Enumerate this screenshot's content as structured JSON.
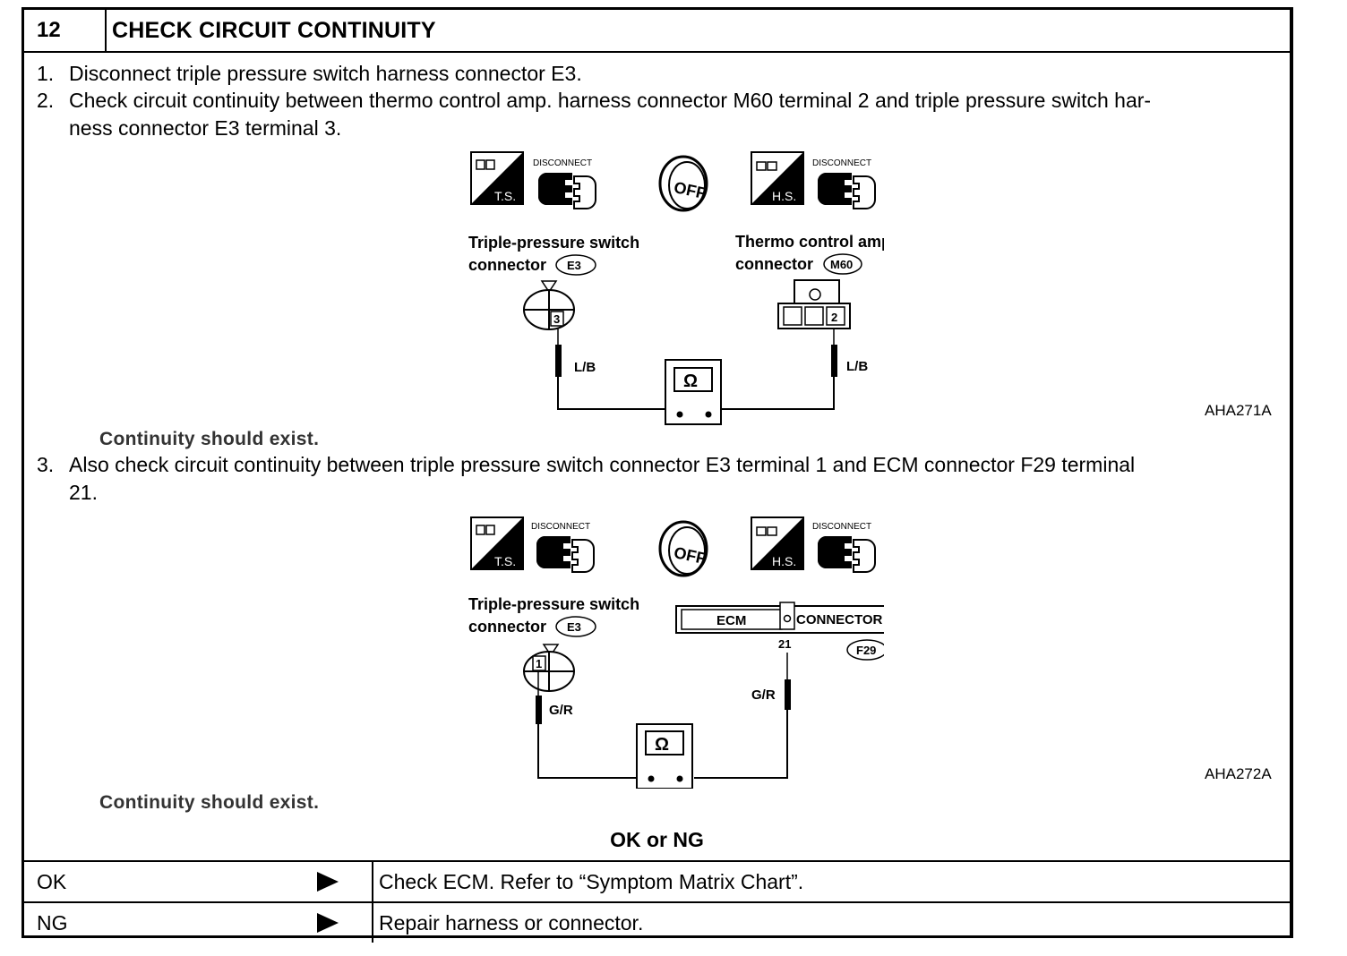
{
  "header": {
    "step_number": "12",
    "title": "CHECK CIRCUIT CONTINUITY"
  },
  "instructions": [
    {
      "num": "1.",
      "lines": [
        "Disconnect triple pressure switch harness connector E3."
      ]
    },
    {
      "num": "2.",
      "lines": [
        "Check circuit continuity between thermo control amp. harness connector M60 terminal 2 and triple pressure switch har-",
        "ness connector E3 terminal 3."
      ]
    },
    {
      "num": "3.",
      "lines": [
        "Also check circuit continuity between triple pressure switch connector E3 terminal 1 and ECM connector F29 terminal",
        "21."
      ]
    }
  ],
  "diagram1": {
    "icon_ts": "T.S.",
    "icon_hs": "H.S.",
    "disconnect": "DISCONNECT",
    "ignition": "OFF",
    "left_label": [
      "Triple-pressure switch",
      "connector"
    ],
    "left_badge": "E3",
    "left_terminal": "3",
    "right_label": [
      "Thermo control amp.",
      "connector"
    ],
    "right_badge": "M60",
    "right_terminal": "2",
    "wire_left": "L/B",
    "wire_right": "L/B",
    "meter": "Ω",
    "ref": "AHA271A",
    "note": "Continuity should exist."
  },
  "diagram2": {
    "icon_ts": "T.S.",
    "icon_hs": "H.S.",
    "disconnect": "DISCONNECT",
    "ignition": "OFF",
    "left_label": [
      "Triple-pressure switch",
      "connector"
    ],
    "left_badge": "E3",
    "left_terminal": "1",
    "ecm_label": "ECM",
    "connector_label": "CONNECTOR",
    "ecm_terminal": "21",
    "ecm_badge": "F29",
    "wire_left": "G/R",
    "wire_right": "G/R",
    "meter": "Ω",
    "ref": "AHA272A",
    "note": "Continuity should exist."
  },
  "result": {
    "title": "OK or NG",
    "rows": [
      {
        "label": "OK",
        "action": "Check ECM. Refer to “Symptom Matrix Chart”."
      },
      {
        "label": "NG",
        "action": "Repair harness or connector."
      }
    ]
  }
}
